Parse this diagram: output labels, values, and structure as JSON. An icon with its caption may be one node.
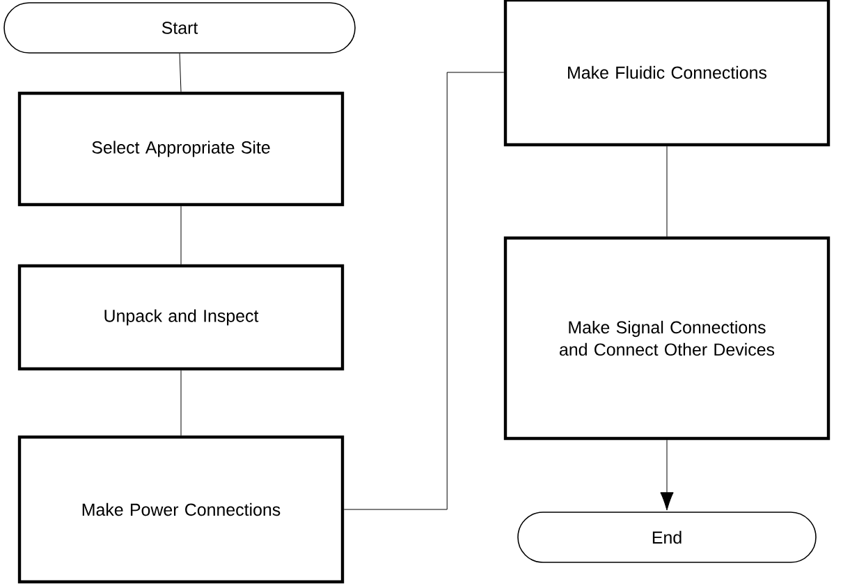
{
  "diagram": {
    "nodes": [
      {
        "text": [
          "Start"
        ]
      },
      {
        "text": [
          "Select Appropriate Site"
        ]
      },
      {
        "text": [
          "Unpack and Inspect"
        ]
      },
      {
        "text": [
          "Make Power Connections"
        ]
      },
      {
        "text": [
          "Make Fluidic Connections"
        ]
      },
      {
        "text": [
          "Make Signal Connections and Connect Other Devices"
        ]
      },
      {
        "text": [
          "End"
        ]
      }
    ],
    "edges": [
      {
        "from": 0,
        "to": 1,
        "arrow": "none"
      },
      {
        "from": 1,
        "to": 2,
        "arrow": "none"
      },
      {
        "from": 2,
        "to": 3,
        "arrow": "none"
      },
      {
        "from": 3,
        "to": 4,
        "arrow": "none"
      },
      {
        "from": 4,
        "to": 5,
        "arrow": "none"
      },
      {
        "from": 5,
        "to": 6,
        "arrow": "to"
      }
    ]
  }
}
